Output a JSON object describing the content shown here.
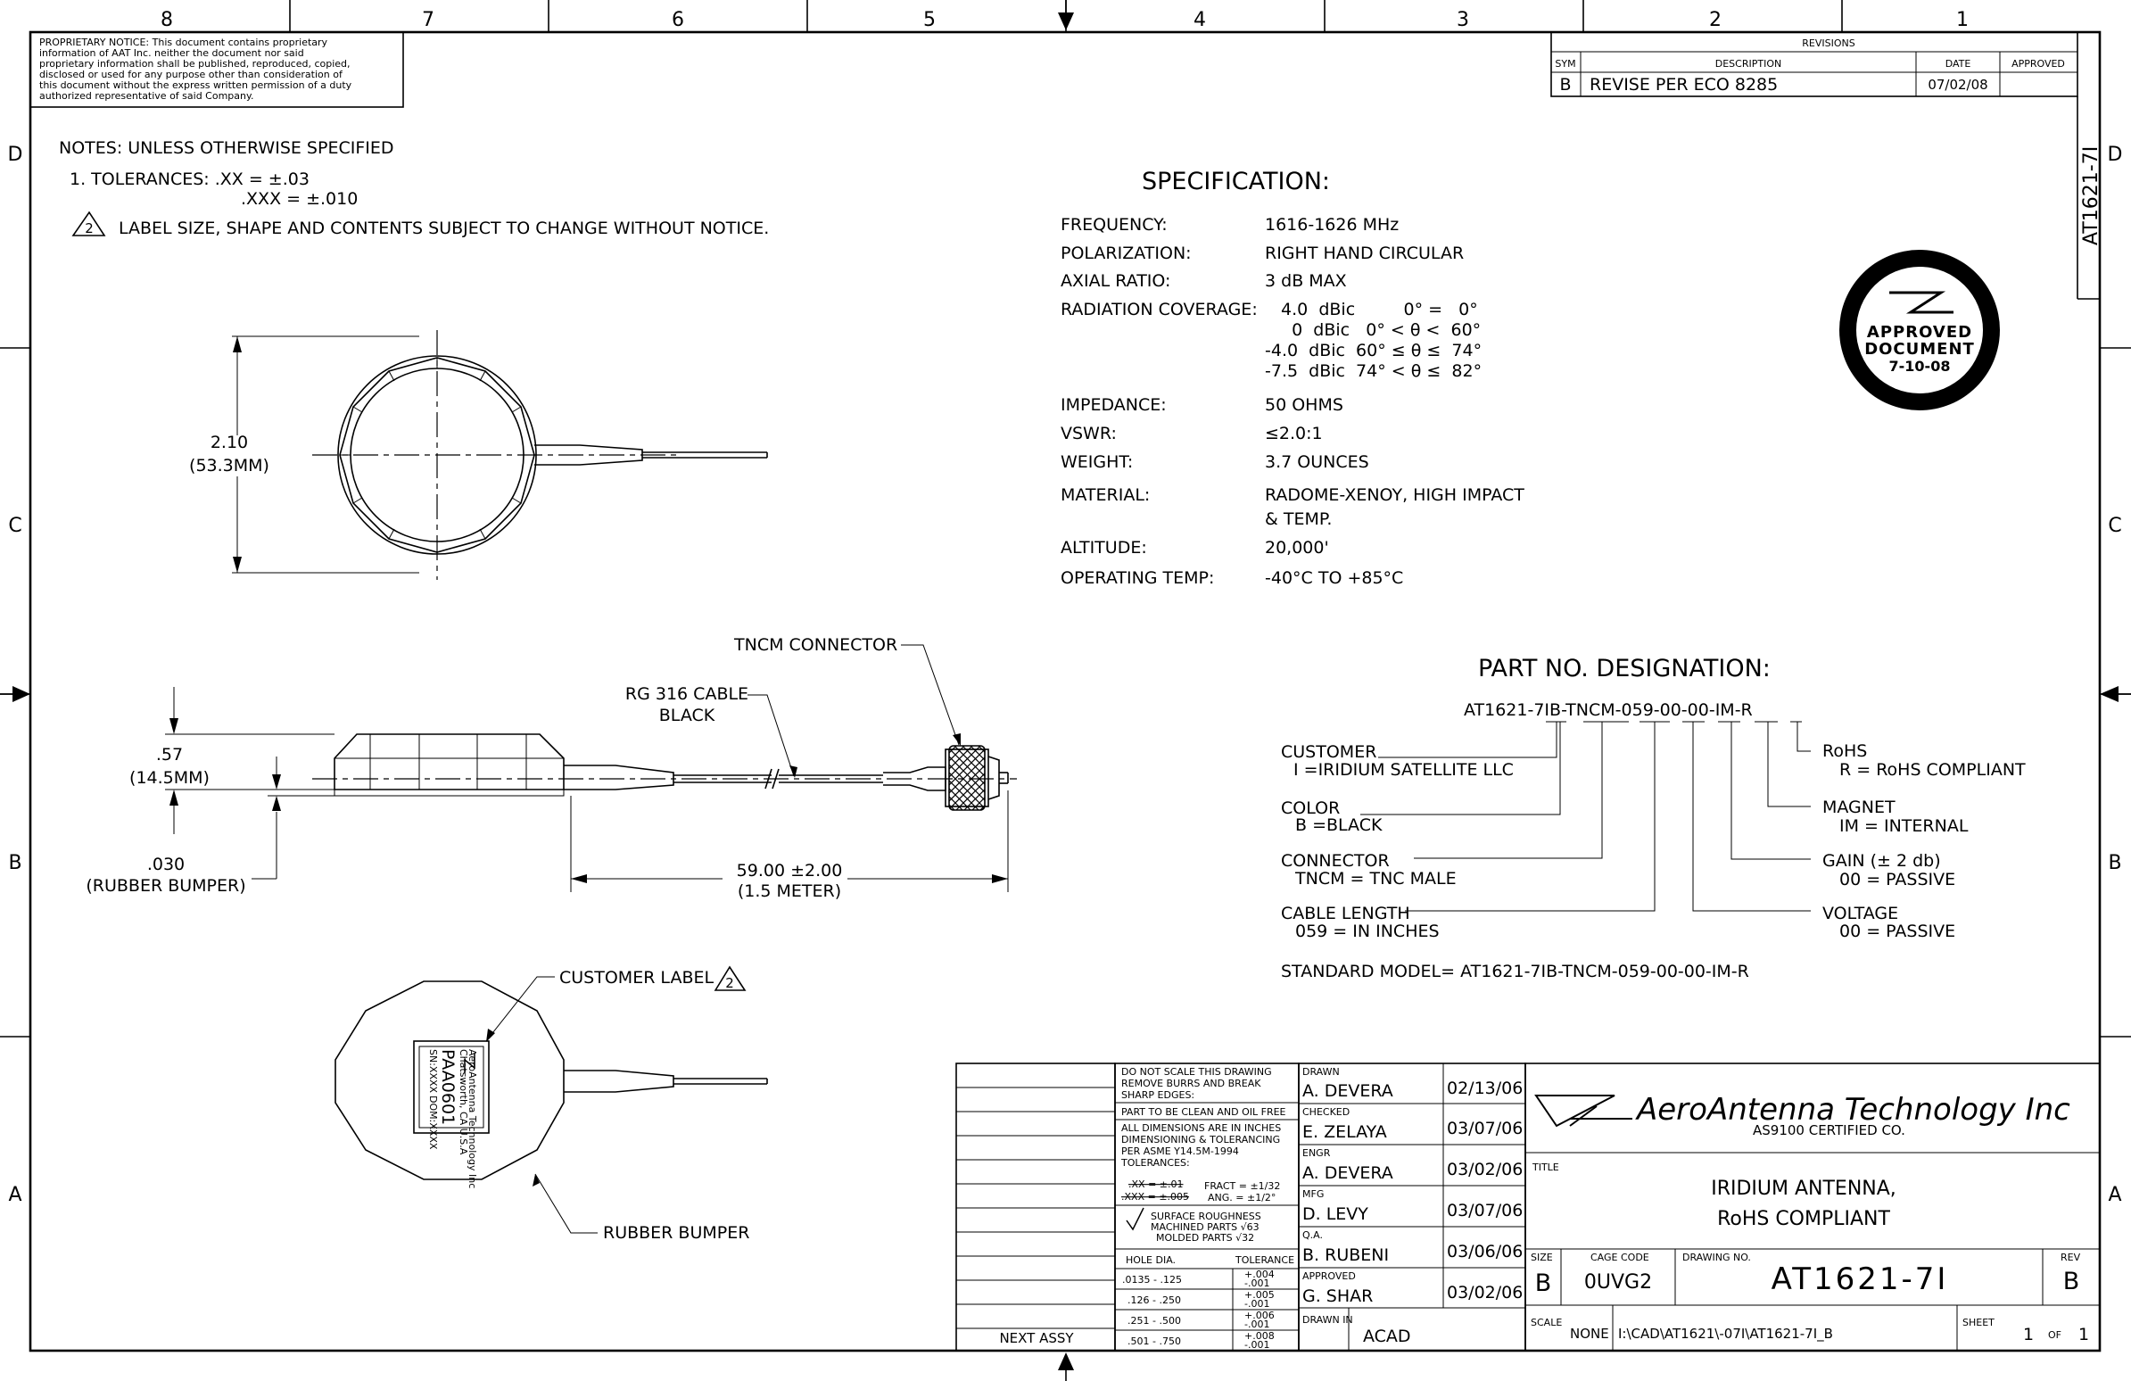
{
  "zones_top": [
    "8",
    "7",
    "6",
    "5",
    "4",
    "3",
    "2",
    "1"
  ],
  "zones_side": [
    "D",
    "C",
    "B",
    "A"
  ],
  "proprietary": [
    "PROPRIETARY NOTICE:  This document contains proprietary",
    "information of AAT Inc. neither the document nor said",
    "proprietary information shall be published, reproduced, copied,",
    "disclosed or used for any purpose other than consideration of",
    "this document without the express written permission of a duty",
    "authorized representative of said Company."
  ],
  "revisions": {
    "title": "REVISIONS",
    "headers": {
      "sym": "SYM",
      "desc": "DESCRIPTION",
      "date": "DATE",
      "approved": "APPROVED"
    },
    "row": {
      "sym": "B",
      "desc": "REVISE PER ECO 8285",
      "date": "07/02/08",
      "approved": ""
    }
  },
  "side_dwg": "AT1621-7I",
  "notes": {
    "heading": "NOTES: UNLESS OTHERWISE SPECIFIED",
    "n1": "1.  TOLERANCES:  .XX  =  ±.03",
    "n1b": ".XXX  =  ±.010",
    "n2num": "2",
    "n2": "LABEL SIZE, SHAPE AND CONTENTS SUBJECT TO CHANGE WITHOUT NOTICE."
  },
  "spec": {
    "title": "SPECIFICATION:",
    "rows": [
      {
        "label": "FREQUENCY:",
        "value": "1616-1626 MHz"
      },
      {
        "label": "POLARIZATION:",
        "value": "RIGHT HAND CIRCULAR"
      },
      {
        "label": "AXIAL RATIO:",
        "value": "3 dB MAX"
      },
      {
        "label": "RADIATION COVERAGE:",
        "value": ""
      },
      {
        "label": "IMPEDANCE:",
        "value": "50 OHMS"
      },
      {
        "label": "VSWR:",
        "value": "≤2.0:1"
      },
      {
        "label": "WEIGHT:",
        "value": "3.7 OUNCES"
      },
      {
        "label": "MATERIAL:",
        "value": "RADOME-XENOY, HIGH IMPACT"
      },
      {
        "label": "",
        "value": "& TEMP."
      },
      {
        "label": "ALTITUDE:",
        "value": "20,000'"
      },
      {
        "label": "OPERATING TEMP:",
        "value": "-40°C TO +85°C"
      }
    ],
    "coverage": [
      " 4.0  dBic         0° =   0°",
      "   0  dBic   0° < θ <  60°",
      "-4.0  dBic  60° ≤ θ ≤  74°",
      "-7.5  dBic  74° < θ ≤  82°"
    ]
  },
  "stamp": {
    "l1": "APPROVED",
    "l2": "DOCUMENT",
    "l3": "7-10-08"
  },
  "views": {
    "dia": "2.10",
    "dia_mm": "(53.3MM)",
    "ht": ".57",
    "ht_mm": "(14.5MM)",
    "bump": ".030",
    "bump_lbl": "(RUBBER BUMPER)",
    "cable": "RG 316 CABLE",
    "cable2": "BLACK",
    "conn": "TNCM CONNECTOR",
    "len": "59.00 ±2.00",
    "len_m": "(1.5 METER)",
    "cust_label": "CUSTOMER LABEL",
    "cust_num": "2",
    "rubber": "RUBBER BUMPER",
    "lbl1": "AeroAntenna Technology Inc",
    "lbl2": "Chatsworth, CA U.S.A",
    "lbl3": "PAA0601",
    "lbl4": "SN:XXXX",
    "lbl5": "DOM:XXXX"
  },
  "part": {
    "title": "PART NO. DESIGNATION:",
    "number": "AT1621-7IB-TNCM-059-00-00-IM-R",
    "customer": "CUSTOMER",
    "customer_v": "I    =IRIDIUM SATELLITE LLC",
    "color": "COLOR",
    "color_v": "B   =BLACK",
    "connector": "CONNECTOR",
    "connector_v": "TNCM  = TNC MALE",
    "cable": "CABLE LENGTH",
    "cable_v": "059    = IN INCHES",
    "rohs": "RoHS",
    "rohs_v": "R   = RoHS COMPLIANT",
    "magnet": "MAGNET",
    "magnet_v": "IM  = INTERNAL",
    "gain": "GAIN    (± 2 db)",
    "gain_v": "00  = PASSIVE",
    "voltage": "VOLTAGE",
    "voltage_v": "00  = PASSIVE",
    "standard": "STANDARD MODEL=  AT1621-7IB-TNCM-059-00-00-IM-R"
  },
  "tb": {
    "next_assy": "NEXT ASSY",
    "notes": [
      "DO NOT SCALE THIS DRAWING",
      "REMOVE BURRS AND BREAK",
      "SHARP EDGES:",
      "PART TO BE CLEAN AND OIL FREE",
      "ALL DIMENSIONS ARE IN INCHES",
      "DIMENSIONING & TOLERANCING",
      "PER ASME Y14.5M-1994",
      "TOLERANCES:"
    ],
    "tol_xx": ".XX  =  ±.01",
    "tol_xxx": ".XXX  =  ±.005",
    "fract": "FRACT  =  ±1/32",
    "ang": "ANG.  =  ±1/2°",
    "surf1": "SURFACE ROUGHNESS",
    "surf2": "MACHINED PARTS √63",
    "surf3": "MOLDED PARTS √32",
    "hole": "HOLE DIA.",
    "tol": "TOLERANCE",
    "holes": [
      {
        "r": ".0135  -  .125",
        "p": "+.004",
        "m": "-.001"
      },
      {
        "r": ".126  -  .250",
        "p": "+.005",
        "m": "-.001"
      },
      {
        "r": ".251  -  .500",
        "p": "+.006",
        "m": "-.001"
      },
      {
        "r": ".501  -  .750",
        "p": "+.008",
        "m": "-.001"
      }
    ],
    "sigs": [
      {
        "role": "DRAWN",
        "name": "A. DEVERA",
        "date": "02/13/06"
      },
      {
        "role": "CHECKED",
        "name": "E. ZELAYA",
        "date": "03/07/06"
      },
      {
        "role": "ENGR",
        "name": "A. DEVERA",
        "date": "03/02/06"
      },
      {
        "role": "MFG",
        "name": "D. LEVY",
        "date": "03/07/06"
      },
      {
        "role": "Q.A.",
        "name": "B. RUBENI",
        "date": "03/06/06"
      },
      {
        "role": "APPROVED",
        "name": "G. SHAR",
        "date": "03/02/06"
      }
    ],
    "drawn_in": "DRAWN IN",
    "drawn_in_v": "ACAD",
    "company": "AeroAntenna  Technology  Inc",
    "cert": "AS9100 CERTIFIED CO.",
    "title_lbl": "TITLE",
    "title1": "IRIDIUM  ANTENNA,",
    "title2": "RoHS  COMPLIANT",
    "size_lbl": "SIZE",
    "size": "B",
    "cage_lbl": "CAGE CODE",
    "cage": "0UVG2",
    "dwg_lbl": "DRAWING NO.",
    "dwg": "AT1621-7I",
    "rev_lbl": "REV",
    "rev": "B",
    "scale_lbl": "SCALE",
    "scale": "NONE",
    "path": "I:\\CAD\\AT1621\\-07I\\AT1621-7I_B",
    "sheet_lbl": "SHEET",
    "sheet": "1",
    "of": "OF",
    "sheets": "1"
  }
}
